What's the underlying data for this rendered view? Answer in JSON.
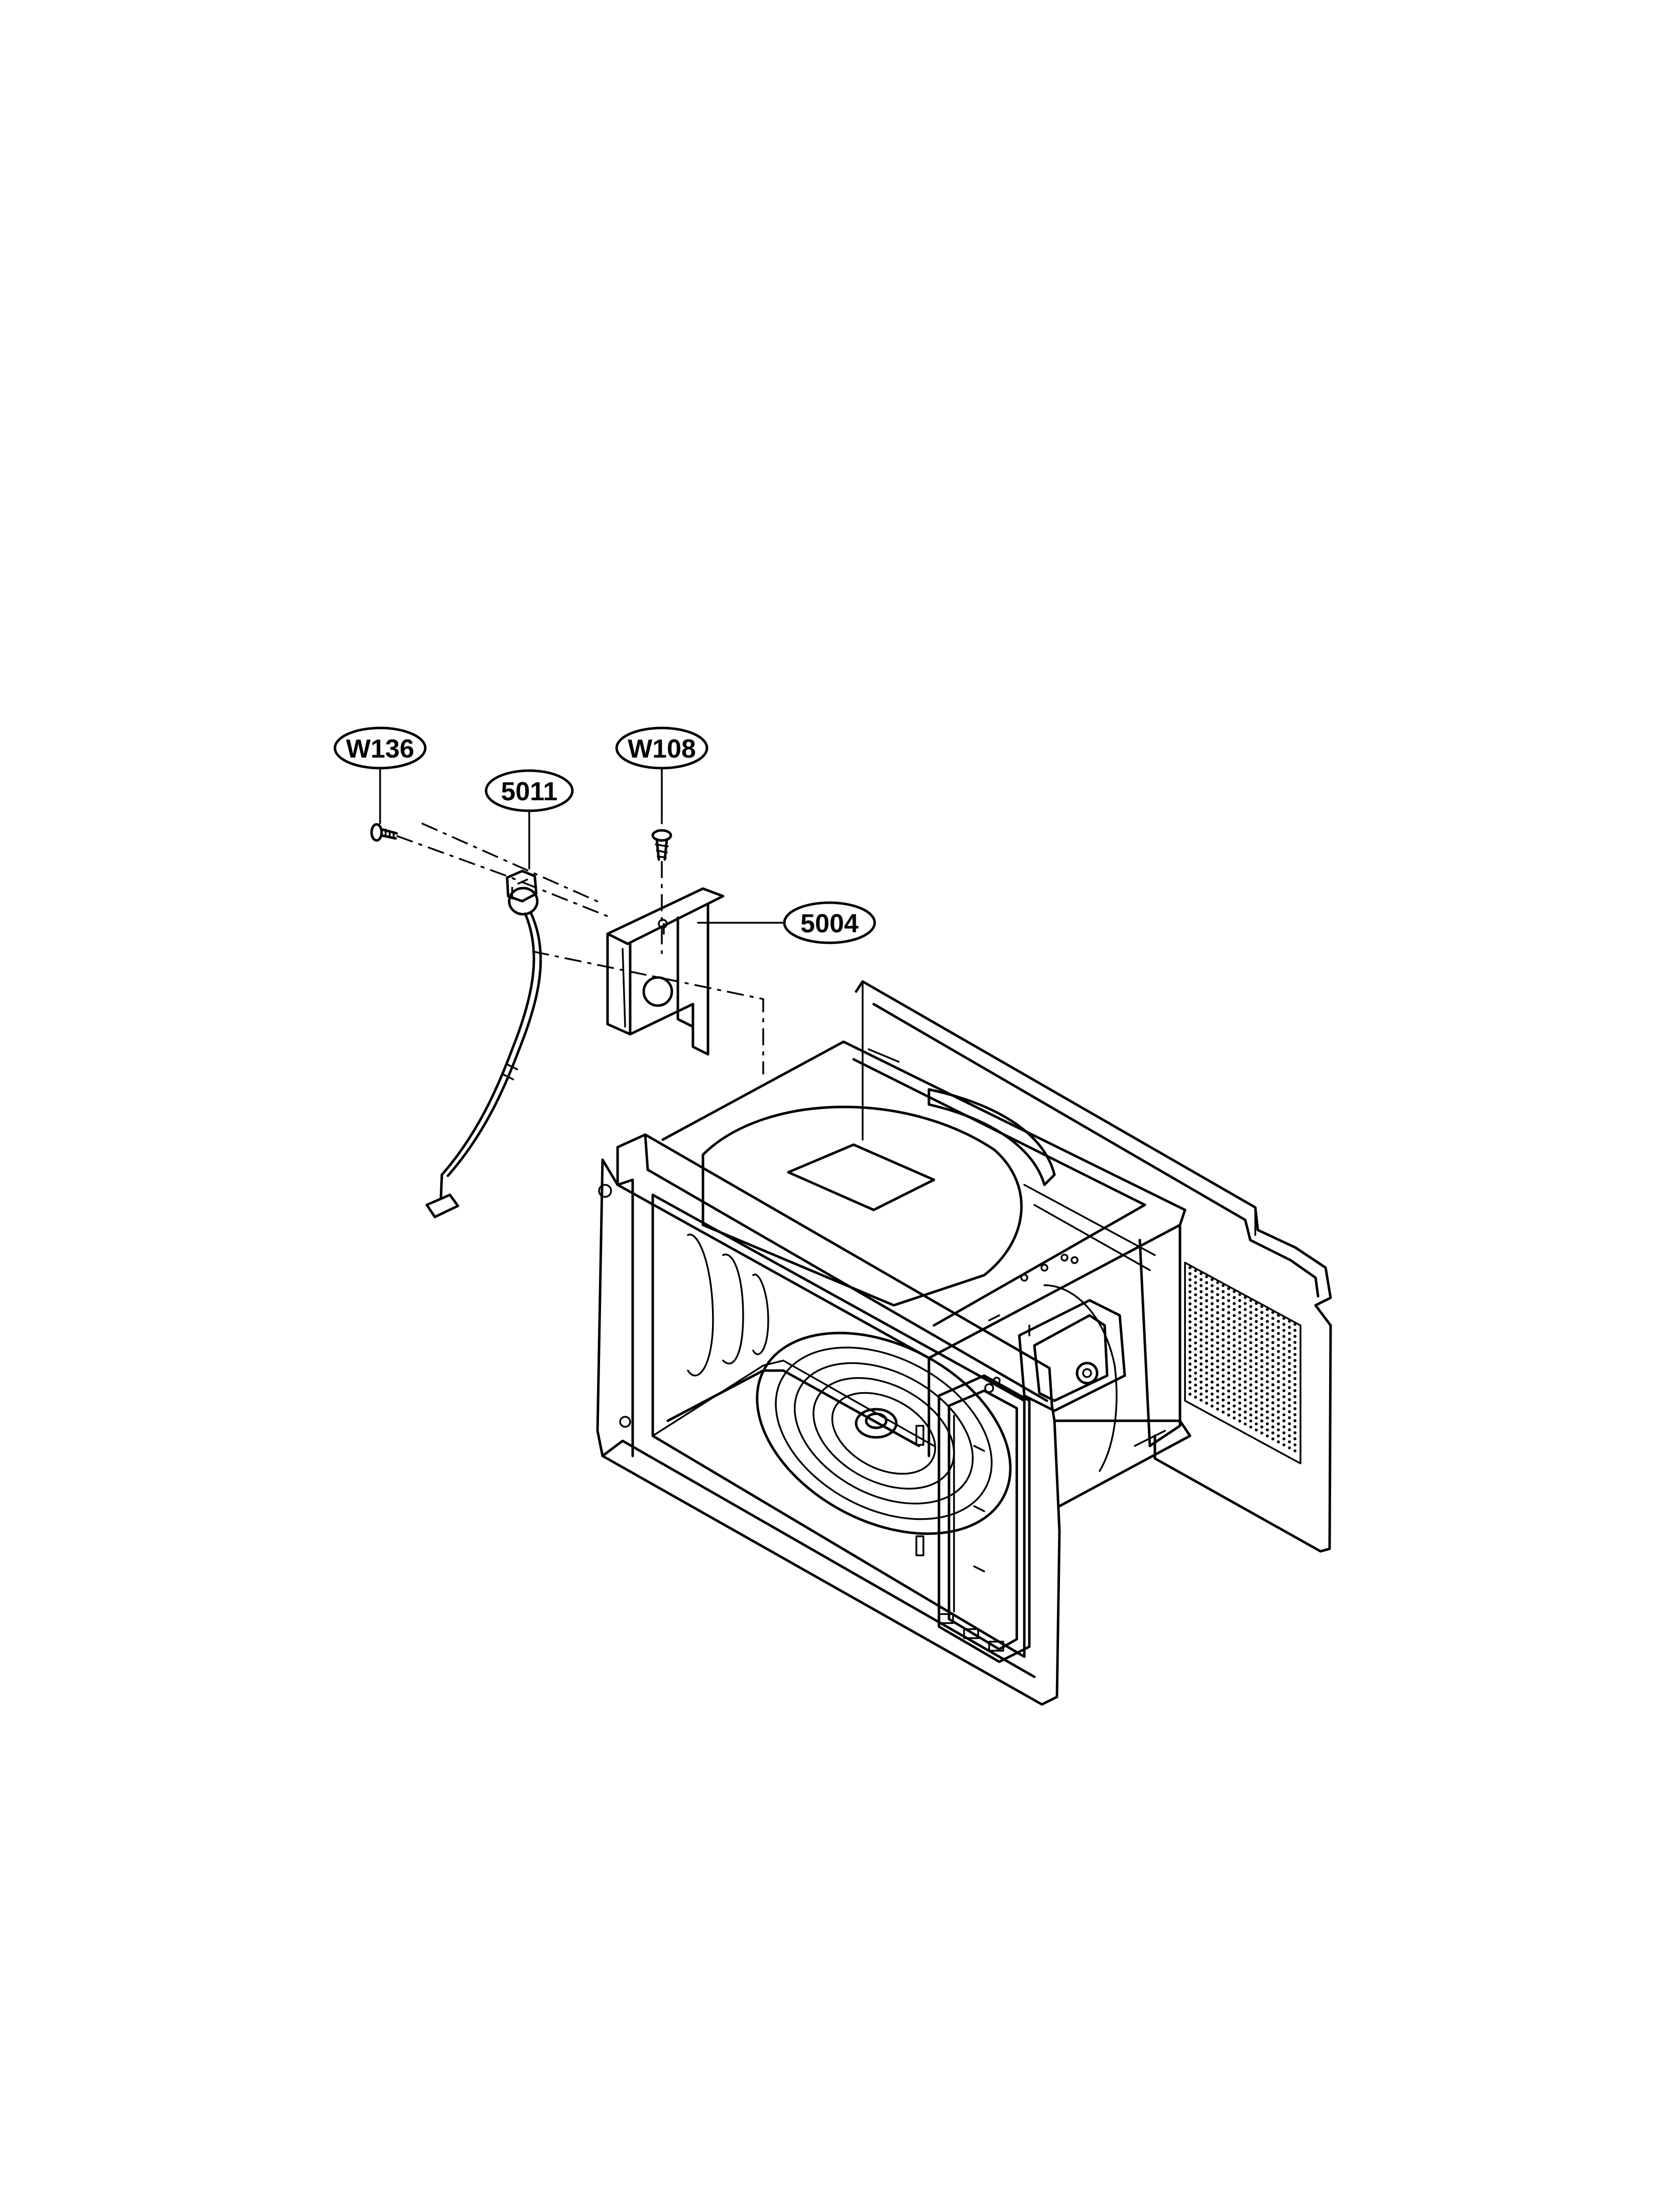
{
  "callouts": [
    {
      "id": "W136",
      "label": "W136"
    },
    {
      "id": "5011",
      "label": "5011"
    },
    {
      "id": "W108",
      "label": "W108"
    },
    {
      "id": "5004",
      "label": "5004"
    }
  ],
  "colors": {
    "line": "#000000",
    "background": "#ffffff"
  }
}
